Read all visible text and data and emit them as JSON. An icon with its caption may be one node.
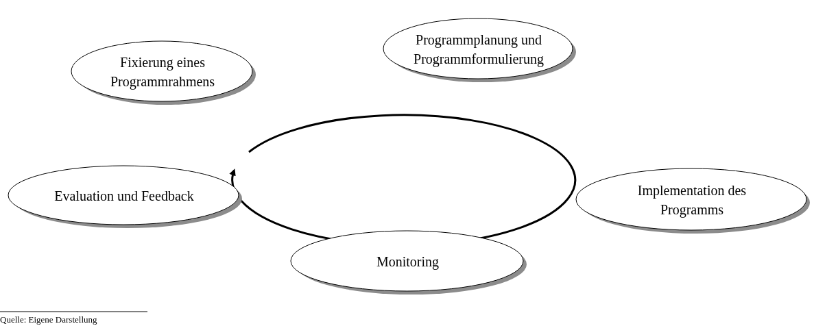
{
  "diagram": {
    "nodes": [
      {
        "text": [
          "Fixierung eines Programmrahmens"
        ]
      },
      {
        "text": [
          "Programmplanung und Programmformulierung"
        ]
      },
      {
        "text": [
          "Implementation des Programms"
        ]
      },
      {
        "text": [
          "Monitoring"
        ]
      },
      {
        "text": [
          "Evaluation und Feedback"
        ]
      }
    ],
    "labels": [
      "Quelle: Eigene Darstellung"
    ]
  }
}
